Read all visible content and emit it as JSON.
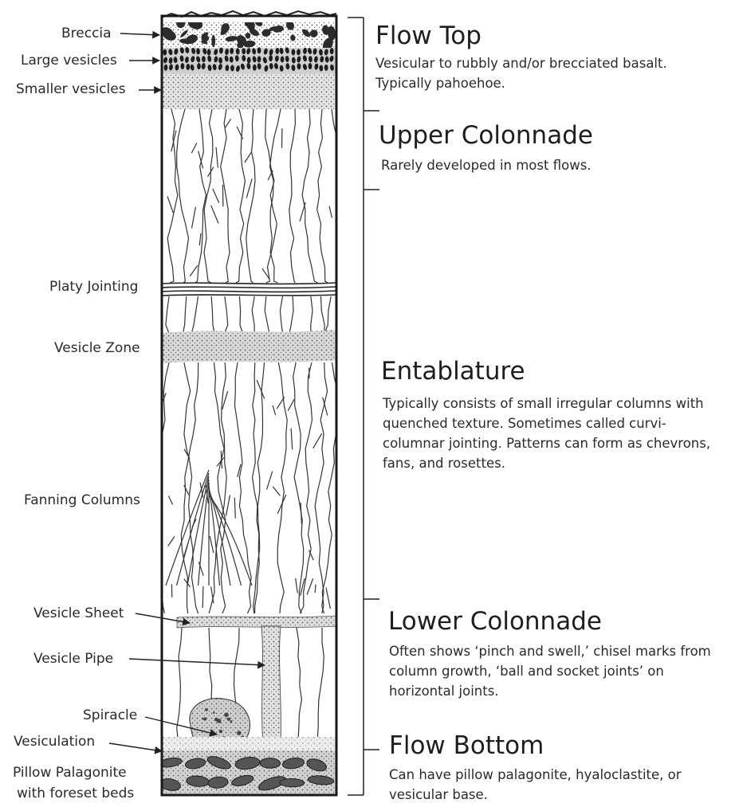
{
  "left_labels": {
    "breccia": "Breccia",
    "large_vesicles": "Large vesicles",
    "smaller_vesicles": "Smaller vesicles",
    "platy_jointing": "Platy Jointing",
    "vesicle_zone": "Vesicle Zone",
    "fanning_columns": "Fanning Columns",
    "vesicle_sheet": "Vesicle Sheet",
    "vesicle_pipe": "Vesicle Pipe",
    "spiracle": "Spiracle",
    "vesiculation": "Vesiculation",
    "pillow_palagonite_line1": "Pillow Palagonite",
    "pillow_palagonite_line2": "with foreset beds"
  },
  "zones": {
    "flow_top": {
      "title": "Flow Top",
      "description": "Vesicular to rubbly and/or brecciated basalt.  Typically pahoehoe."
    },
    "upper_colonnade": {
      "title": "Upper Colonnade",
      "description": "Rarely developed in most flows."
    },
    "entablature": {
      "title": "Entablature",
      "description": "Typically consists of small irregular columns with quenched texture. Sometimes called curvi-columnar jointing.  Patterns can form as chevrons, fans, and rosettes."
    },
    "lower_colonnade": {
      "title": "Lower Colonnade",
      "description": "Often shows ‘pinch and swell,’ chisel marks from column growth, ‘ball and socket joints’ on horizontal joints."
    },
    "flow_bottom": {
      "title": "Flow Bottom",
      "description": "Can have  pillow palagonite, hyaloclastite, or vesicular base."
    }
  }
}
